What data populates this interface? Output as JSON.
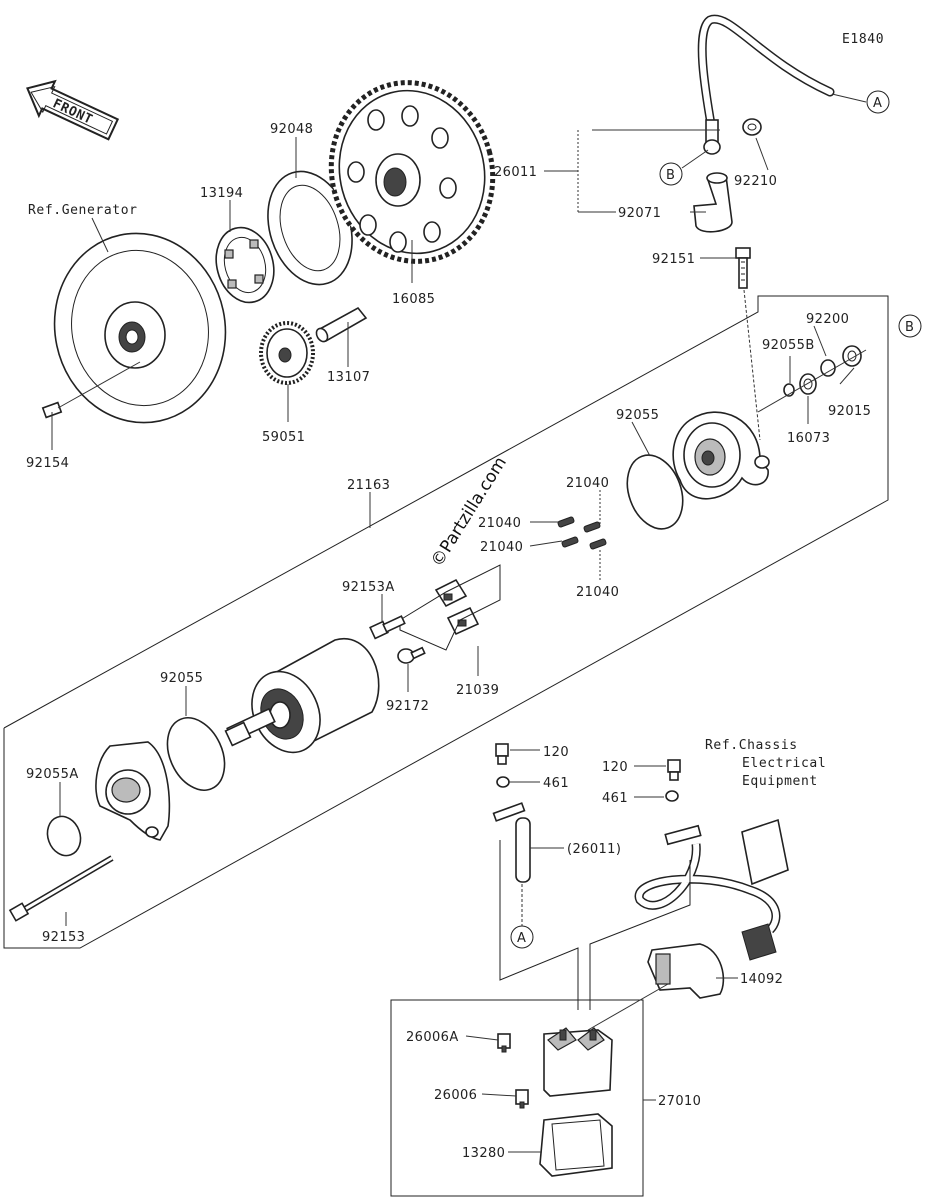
{
  "diagram": {
    "code": "E1840",
    "watermark": "©Partzilla.com",
    "front_label": "FRONT",
    "ref_labels": {
      "generator": "Ref.Generator",
      "chassis_line1": "Ref.Chassis",
      "chassis_line2": "Electrical",
      "chassis_line3": "Equipment"
    },
    "connectors": {
      "a1": "A",
      "a2": "A",
      "b1": "B",
      "b2": "B"
    },
    "parts": {
      "p92048": "92048",
      "p13194": "13194",
      "p16085": "16085",
      "p13107": "13107",
      "p59051": "59051",
      "p92154": "92154",
      "p26011": "26011",
      "p92210": "92210",
      "p92071": "92071",
      "p92151": "92151",
      "p92200": "92200",
      "p92055B": "92055B",
      "p92015": "92015",
      "p16073": "16073",
      "p92055_upper": "92055",
      "p21163": "21163",
      "p21040_a": "21040",
      "p21040_b": "21040",
      "p21040_c": "21040",
      "p21040_d": "21040",
      "p92153A": "92153A",
      "p92172": "92172",
      "p21039": "21039",
      "p92055_lower": "92055",
      "p92055A": "92055A",
      "p92153": "92153",
      "p120_a": "120",
      "p461_a": "461",
      "p120_b": "120",
      "p461_b": "461",
      "p26011_ref": "(26011)",
      "p14092": "14092",
      "p26006A": "26006A",
      "p26006": "26006",
      "p27010": "27010",
      "p13280": "13280"
    }
  }
}
